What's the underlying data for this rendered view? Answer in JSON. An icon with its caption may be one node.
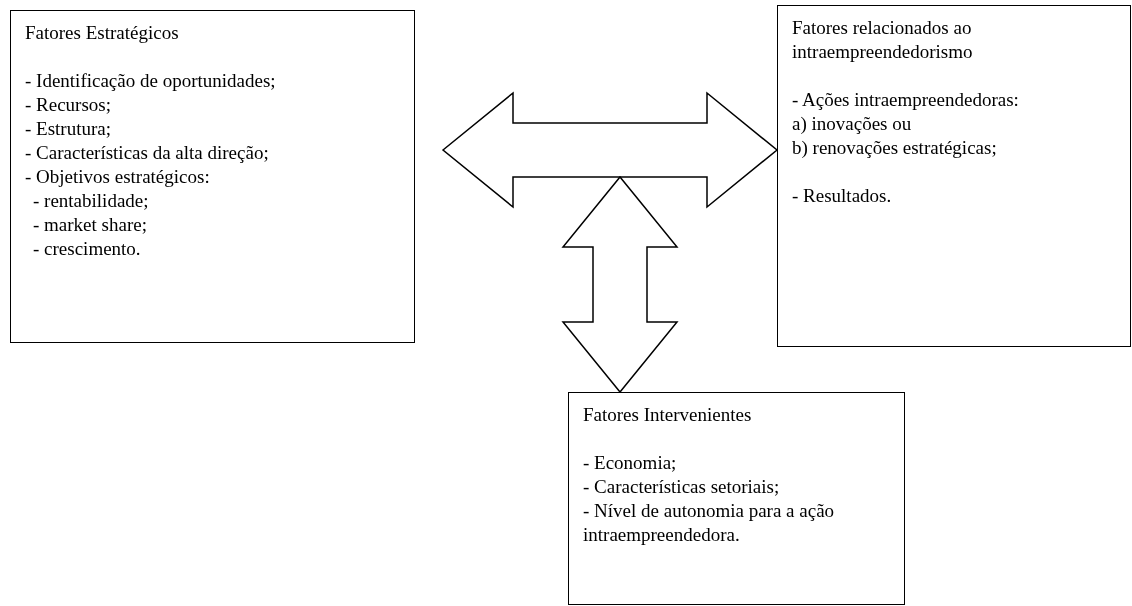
{
  "diagram": {
    "nodes": [
      {
        "text": [
          "Fatores Estratégicos",
          "- Identificação de oportunidades;",
          "- Recursos;",
          "- Estrutura;",
          "- Características da alta direção;",
          "- Objetivos estratégicos:",
          "- rentabilidade;",
          "- market share;",
          "- crescimento."
        ]
      },
      {
        "text": [
          "Fatores relacionados ao intraempreendedorismo",
          "- Ações intraempreendedoras:",
          "a) inovações ou",
          "b) renovações estratégicas;",
          "- Resultados."
        ]
      },
      {
        "text": [
          "Fatores Intervenientes",
          "- Economia;",
          "- Características setoriais;",
          "- Nível de autonomia para a ação intraempreendedora."
        ]
      }
    ],
    "edges": [
      {
        "from": 0,
        "to": 1,
        "arrow": "both"
      },
      {
        "from": 2,
        "to": null,
        "arrow": "both"
      }
    ]
  }
}
